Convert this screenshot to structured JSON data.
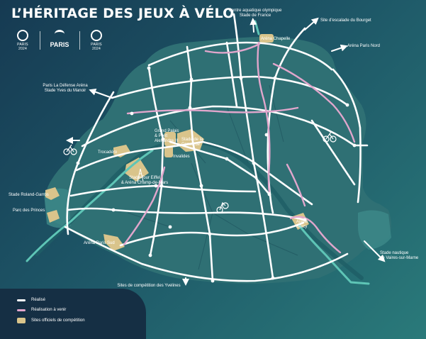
{
  "title": "L’HÉRITAGE DES JEUX À VÉLO",
  "logos": {
    "games_left_caption": "PARIS 2024",
    "city_caption": "PARIS",
    "games_right_caption": "PARIS 2024"
  },
  "colors": {
    "realise": "#ffffff",
    "a_venir": "#e1a6cc",
    "competition": "#d9c48b",
    "route_outside": "#5ec5b6",
    "paris_fill": "#2f7074",
    "background": "#1d5566"
  },
  "labels": {
    "stade_de_france": "Centre aquatique olympique\nStade de France",
    "bourget": "Site d’escalade du Bourget",
    "arena_chapelle": "Aréna Chapelle",
    "arena_paris_nord": "Aréna Paris Nord",
    "la_defense": "Paris La Défense Aréna\nStade Yves du Manoir",
    "grand_palais": "Grand Palais\n& Pont\nAlexandre III",
    "concorde": "Stade de la\nConcorde",
    "trocadero": "Trocadéro",
    "invalides": "Invalides",
    "tour_eiffel": "Stade Tour Eiffel\n& Aréna Champ-de-Mars",
    "roland_garros": "Stade Roland-Garros",
    "parc_des_princes": "Parc des Princes",
    "arena_paris_sud": "Aréna Paris Sud",
    "arena_bercy": "Aréna\nBercy",
    "vaires": "Stade nautique\nde Vaires-sur-Marne",
    "yvelines": "Sites de compétition des Yvelines"
  },
  "legend": {
    "realise": "Réalisé",
    "a_venir": "Réalisation à venir",
    "sites": "Sites officiels de compétition"
  },
  "icons": [
    "bike-icon",
    "bike-icon",
    "bike-icon",
    "eiffel-tower-icon"
  ]
}
